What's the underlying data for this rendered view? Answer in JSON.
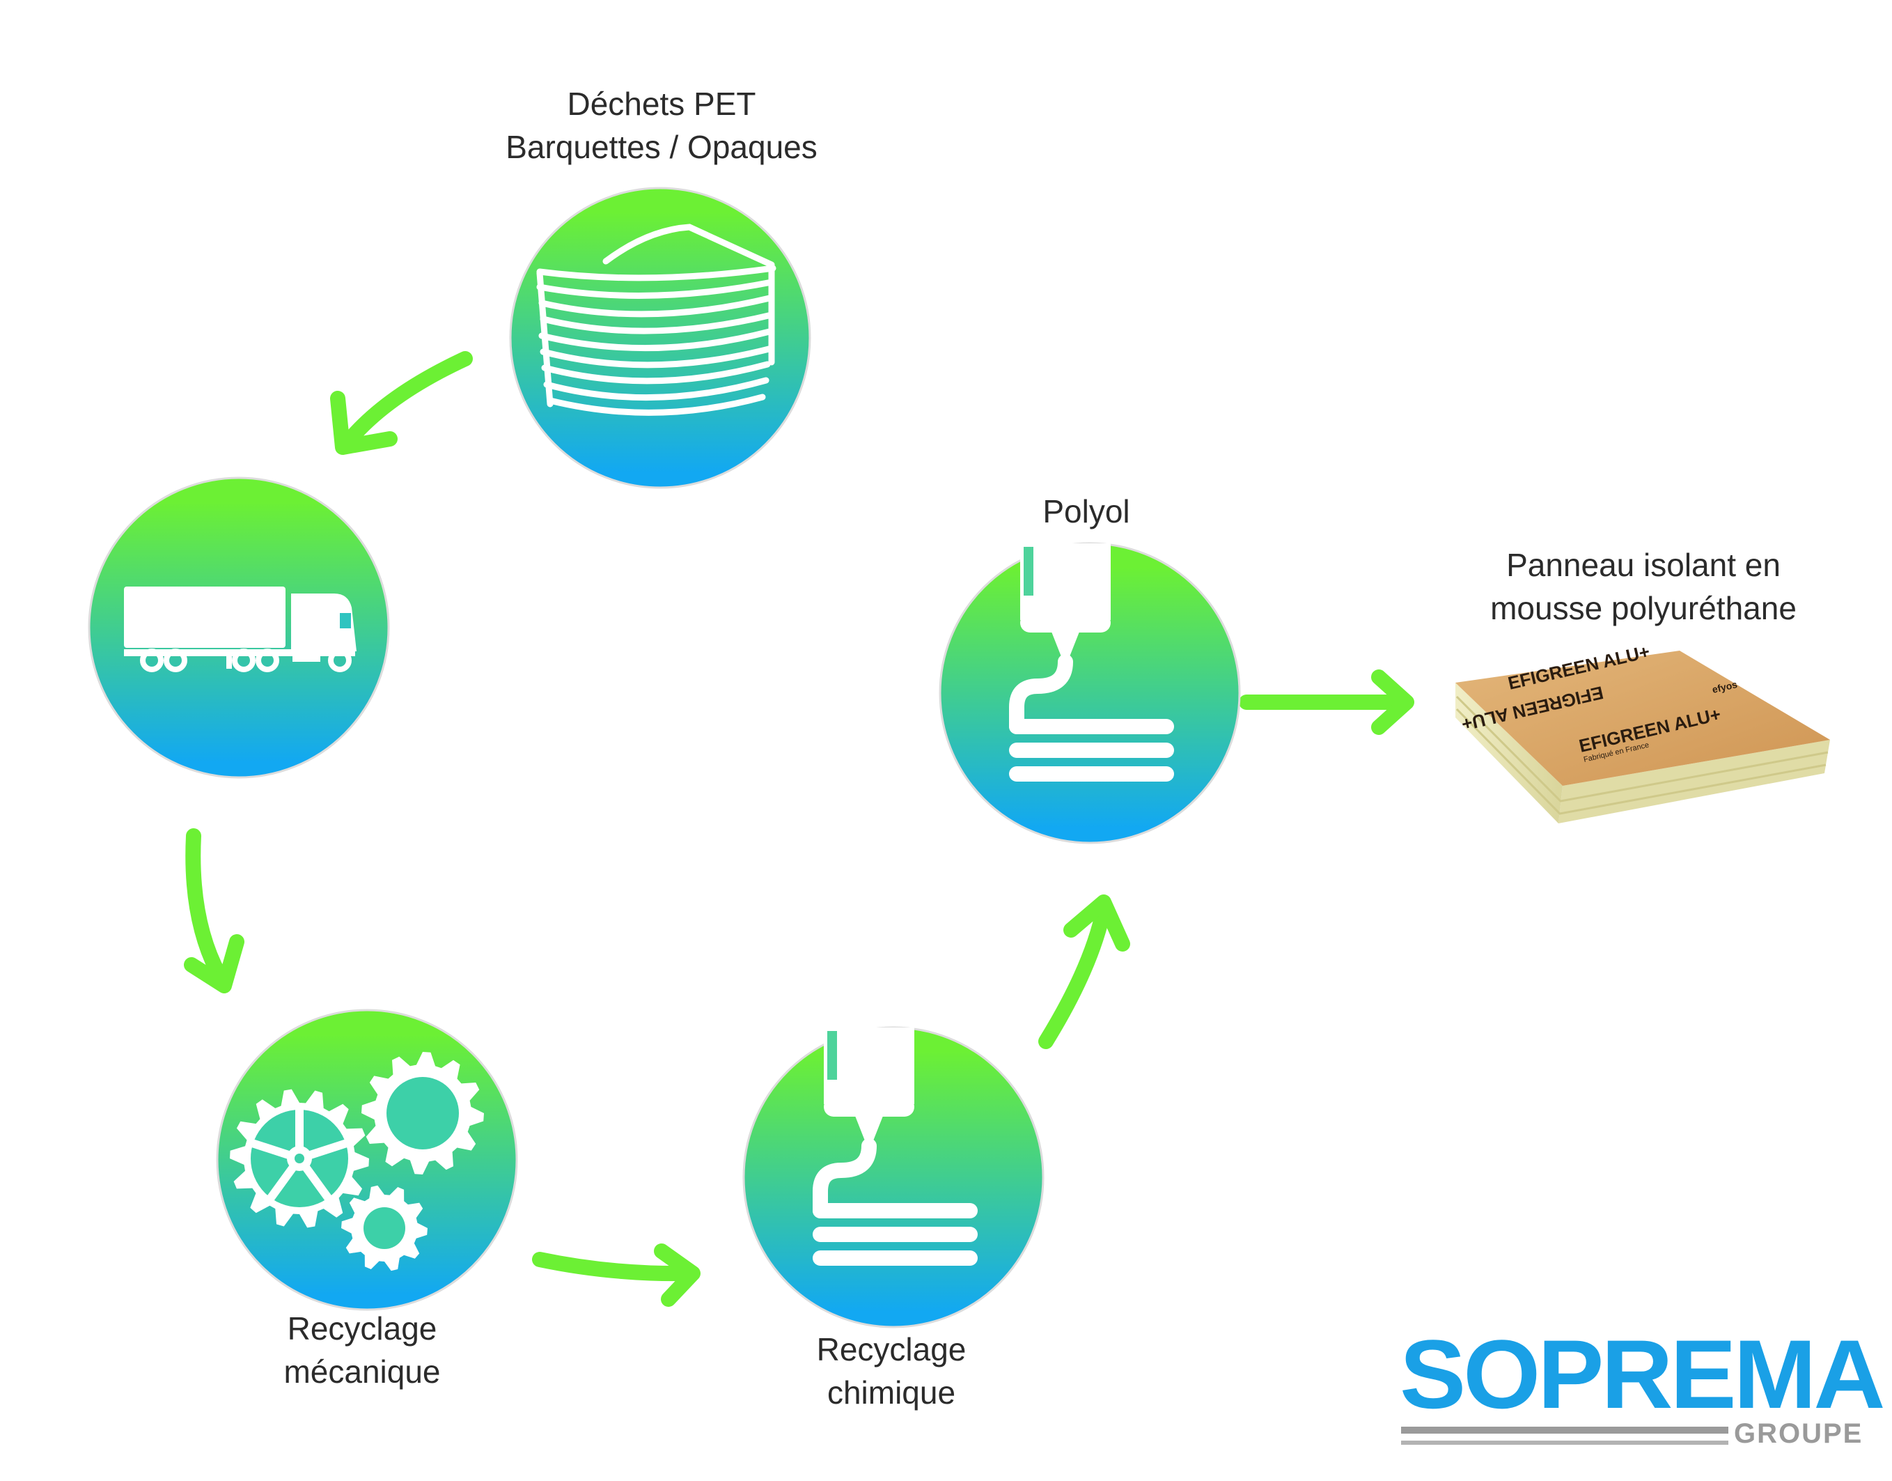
{
  "colors": {
    "arrow": "#6cf034",
    "circle_top": "#6cf034",
    "circle_bottom": "#12a8f2",
    "icon": "#ffffff",
    "label_text": "#2b2b2b",
    "brand_blue": "#1aa0e6",
    "brand_grey": "#9a9a9a",
    "panel_face": "#d7a264",
    "panel_side": "#e9e5b4"
  },
  "nodes": [
    {
      "id": "source",
      "icon": "stacked-trays-icon",
      "label_lines": [
        "Déchets PET",
        "Barquettes / Opaques"
      ]
    },
    {
      "id": "transport",
      "icon": "truck-icon",
      "label_lines": []
    },
    {
      "id": "mechanical",
      "icon": "gears-icon",
      "label_lines": [
        "Recyclage",
        "mécanique"
      ]
    },
    {
      "id": "chemical",
      "icon": "extruder-icon",
      "label_lines": [
        "Recyclage",
        "chimique"
      ]
    },
    {
      "id": "polyol",
      "icon": "extruder-icon",
      "label_lines": [
        "Polyol"
      ]
    },
    {
      "id": "product",
      "icon": "insulation-panel-image",
      "label_lines": [
        "Panneau isolant en",
        "mousse polyuréthane"
      ]
    }
  ],
  "edges": [
    {
      "from": "source",
      "to": "transport"
    },
    {
      "from": "transport",
      "to": "mechanical"
    },
    {
      "from": "mechanical",
      "to": "chemical"
    },
    {
      "from": "chemical",
      "to": "polyol"
    },
    {
      "from": "polyol",
      "to": "product"
    }
  ],
  "product_print": {
    "brand": "EFIGREEN",
    "range": "ALU",
    "plus": "+",
    "maker": "efyos",
    "origin": "Fabriqué en France"
  },
  "brand": {
    "name": "SOPREMA",
    "sub": "GROUPE"
  }
}
